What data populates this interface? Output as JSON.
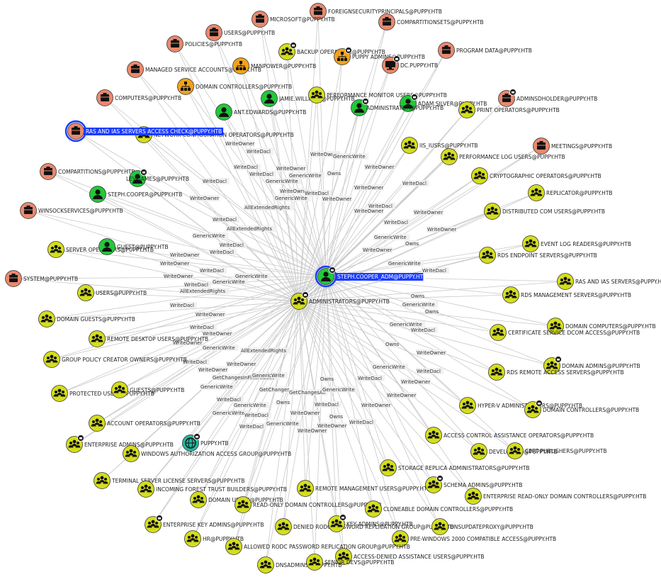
{
  "colors": {
    "group": "#d4de1c",
    "user": "#22c83a",
    "container": "#e8896e",
    "ou": "#f0a21a",
    "computer": "#e8896e",
    "domain": "#22b8a0",
    "selected_ring": "#1a3cff",
    "edge": "#c8c8c8"
  },
  "nodes": [
    {
      "id": "admins",
      "label": "ADMINISTRATORS@PUPPY.HTB",
      "type": "group",
      "icon": "group-icon",
      "badge": true
    },
    {
      "id": "steph_adm",
      "label": "STEPH.COOPER_ADM@PUPPY.HTB",
      "type": "user",
      "icon": "user-icon",
      "badge": true,
      "selected": true
    },
    {
      "id": "ras_check",
      "label": "RAS AND IAS SERVERS ACCESS CHECK@PUPPY.HTB",
      "type": "container",
      "icon": "container-icon",
      "selected": true
    },
    {
      "id": "foreign",
      "label": "FOREIGNSECURITYPRINCIPALS@PUPPY.HTB",
      "type": "container",
      "icon": "container-icon"
    },
    {
      "id": "microsoft",
      "label": "MICROSOFT@PUPPY.HTB",
      "type": "container",
      "icon": "container-icon"
    },
    {
      "id": "compsets",
      "label": "COMPARTITIONSETS@PUPPY.HTB",
      "type": "container",
      "icon": "container-icon"
    },
    {
      "id": "users_c",
      "label": "USERS@PUPPY.HTB",
      "type": "container",
      "icon": "container-icon"
    },
    {
      "id": "policies",
      "label": "POLICIES@PUPPY.HTB",
      "type": "container",
      "icon": "container-icon"
    },
    {
      "id": "backup",
      "label": "BACKUP OPERATORS@PUPPY.HTB",
      "type": "group",
      "icon": "group-icon",
      "badge": true
    },
    {
      "id": "puppyadm",
      "label": "PUPPY ADMINS@PUPPY.HTB",
      "type": "ou",
      "icon": "ou-icon",
      "badge": true
    },
    {
      "id": "dc",
      "label": "DC.PUPPY.HTB",
      "type": "computer",
      "icon": "computer-icon",
      "badge": true
    },
    {
      "id": "progdata",
      "label": "PROGRAM DATA@PUPPY.HTB",
      "type": "container",
      "icon": "container-icon"
    },
    {
      "id": "msa",
      "label": "MANAGED SERVICE ACCOUNTS@PUPPY.HTB",
      "type": "container",
      "icon": "container-icon"
    },
    {
      "id": "manpower",
      "label": "MANPOWER@PUPPY.HTB",
      "type": "ou",
      "icon": "ou-icon"
    },
    {
      "id": "dcs_ou",
      "label": "DOMAIN CONTROLLERS@PUPPY.HTB",
      "type": "ou",
      "icon": "ou-icon"
    },
    {
      "id": "jamie",
      "label": "JAMIE.WILLIAMS@PUPPY.HTB",
      "type": "user",
      "icon": "user-icon"
    },
    {
      "id": "perfmon",
      "label": "PERFORMANCE MONITOR USERS@PUPPY.HTB",
      "type": "group",
      "icon": "group-icon"
    },
    {
      "id": "adam",
      "label": "ADAM.SILVER@PUPPY.HTB",
      "type": "user",
      "icon": "user-icon",
      "badge": true
    },
    {
      "id": "administrator",
      "label": "ADMINISTRATOR@PUPPY.HTB",
      "type": "user",
      "icon": "user-icon",
      "badge": true
    },
    {
      "id": "adminsd",
      "label": "ADMINSDHOLDER@PUPPY.HTB",
      "type": "container",
      "icon": "container-icon",
      "badge": true
    },
    {
      "id": "computers",
      "label": "COMPUTERS@PUPPY.HTB",
      "type": "container",
      "icon": "container-icon"
    },
    {
      "id": "ant",
      "label": "ANT.EDWARDS@PUPPY.HTB",
      "type": "user",
      "icon": "user-icon"
    },
    {
      "id": "printops",
      "label": "PRINT OPERATORS@PUPPY.HTB",
      "type": "group",
      "icon": "group-icon"
    },
    {
      "id": "netconf",
      "label": "NETWORK CONFIGURATION OPERATORS@PUPPY.HTB",
      "type": "group",
      "icon": "group-icon"
    },
    {
      "id": "iisiusrs",
      "label": "IIS_IUSRS@PUPPY.HTB",
      "type": "group",
      "icon": "group-icon"
    },
    {
      "id": "meetings",
      "label": "MEETINGS@PUPPY.HTB",
      "type": "container",
      "icon": "container-icon"
    },
    {
      "id": "perflog",
      "label": "PERFORMANCE LOG USERS@PUPPY.HTB",
      "type": "group",
      "icon": "group-icon"
    },
    {
      "id": "compartitions",
      "label": "COMPARTITIONS@PUPPY.HTB",
      "type": "container",
      "icon": "container-icon"
    },
    {
      "id": "levi",
      "label": "LEVI.JAMES@PUPPY.HTB",
      "type": "user",
      "icon": "user-icon",
      "badge": true
    },
    {
      "id": "crypto",
      "label": "CRYPTOGRAPHIC OPERATORS@PUPPY.HTB",
      "type": "group",
      "icon": "group-icon"
    },
    {
      "id": "steph",
      "label": "STEPH.COOPER@PUPPY.HTB",
      "type": "user",
      "icon": "user-icon"
    },
    {
      "id": "replicator",
      "label": "REPLICATOR@PUPPY.HTB",
      "type": "group",
      "icon": "group-icon"
    },
    {
      "id": "winsock",
      "label": "WINSOCKSERVICES@PUPPY.HTB",
      "type": "container",
      "icon": "container-icon"
    },
    {
      "id": "dcom",
      "label": "DISTRIBUTED COM USERS@PUPPY.HTB",
      "type": "group",
      "icon": "group-icon"
    },
    {
      "id": "eventlog",
      "label": "EVENT LOG READERS@PUPPY.HTB",
      "type": "group",
      "icon": "group-icon"
    },
    {
      "id": "serverops",
      "label": "SERVER OPERATORS@PUPPY.HTB",
      "type": "group",
      "icon": "group-icon"
    },
    {
      "id": "guest",
      "label": "GUEST@PUPPY.HTB",
      "type": "user",
      "icon": "user-icon"
    },
    {
      "id": "rdsendpoint",
      "label": "RDS ENDPOINT SERVERS@PUPPY.HTB",
      "type": "group",
      "icon": "group-icon"
    },
    {
      "id": "system",
      "label": "SYSTEM@PUPPY.HTB",
      "type": "container",
      "icon": "container-icon"
    },
    {
      "id": "rasias",
      "label": "RAS AND IAS SERVERS@PUPPY.HTB",
      "type": "group",
      "icon": "group-icon"
    },
    {
      "id": "users_g",
      "label": "USERS@PUPPY.HTB",
      "type": "group",
      "icon": "group-icon"
    },
    {
      "id": "rdsmgmt",
      "label": "RDS MANAGEMENT SERVERS@PUPPY.HTB",
      "type": "group",
      "icon": "group-icon"
    },
    {
      "id": "domguests",
      "label": "DOMAIN GUESTS@PUPPY.HTB",
      "type": "group",
      "icon": "group-icon"
    },
    {
      "id": "domcomputers",
      "label": "DOMAIN COMPUTERS@PUPPY.HTB",
      "type": "group",
      "icon": "group-icon"
    },
    {
      "id": "certdcom",
      "label": "CERTIFICATE SERVICE DCOM ACCESS@PUPPY.HTB",
      "type": "group",
      "icon": "group-icon"
    },
    {
      "id": "rdp",
      "label": "REMOTE DESKTOP USERS@PUPPY.HTB",
      "type": "group",
      "icon": "group-icon"
    },
    {
      "id": "gpco",
      "label": "GROUP POLICY CREATOR OWNERS@PUPPY.HTB",
      "type": "group",
      "icon": "group-icon"
    },
    {
      "id": "domadmins",
      "label": "DOMAIN ADMINS@PUPPY.HTB",
      "type": "group",
      "icon": "group-icon",
      "badge": true
    },
    {
      "id": "rdsremote",
      "label": "RDS REMOTE ACCESS SERVERS@PUPPY.HTB",
      "type": "group",
      "icon": "group-icon"
    },
    {
      "id": "protected",
      "label": "PROTECTED USERS@PUPPY.HTB",
      "type": "group",
      "icon": "group-icon"
    },
    {
      "id": "guests",
      "label": "GUESTS@PUPPY.HTB",
      "type": "group",
      "icon": "group-icon"
    },
    {
      "id": "hyperv",
      "label": "HYPER-V ADMINISTRATORS@PUPPY.HTB",
      "type": "group",
      "icon": "group-icon"
    },
    {
      "id": "dcs_g",
      "label": "DOMAIN CONTROLLERS@PUPPY.HTB",
      "type": "group",
      "icon": "group-icon",
      "badge": true
    },
    {
      "id": "acctops",
      "label": "ACCOUNT OPERATORS@PUPPY.HTB",
      "type": "group",
      "icon": "group-icon"
    },
    {
      "id": "acao",
      "label": "ACCESS CONTROL ASSISTANCE OPERATORS@PUPPY.HTB",
      "type": "group",
      "icon": "group-icon"
    },
    {
      "id": "entadmins",
      "label": "ENTERPRISE ADMINS@PUPPY.HTB",
      "type": "group",
      "icon": "group-icon",
      "badge": true
    },
    {
      "id": "domain",
      "label": "PUPPY.HTB",
      "type": "domain",
      "icon": "domain-icon",
      "badge": true
    },
    {
      "id": "developers",
      "label": "DEVELOPERS@PUPPY.HTB",
      "type": "group",
      "icon": "group-icon"
    },
    {
      "id": "certpub",
      "label": "CERT PUBLISHERS@PUPPY.HTB",
      "type": "group",
      "icon": "group-icon"
    },
    {
      "id": "winauth",
      "label": "WINDOWS AUTHORIZATION ACCESS GROUP@PUPPY.HTB",
      "type": "group",
      "icon": "group-icon"
    },
    {
      "id": "storage",
      "label": "STORAGE REPLICA ADMINISTRATORS@PUPPY.HTB",
      "type": "group",
      "icon": "group-icon"
    },
    {
      "id": "tsls",
      "label": "TERMINAL SERVER LICENSE SERVERS@PUPPY.HTB",
      "type": "group",
      "icon": "group-icon"
    },
    {
      "id": "remotemgmt",
      "label": "REMOTE MANAGEMENT USERS@PUPPY.HTB",
      "type": "group",
      "icon": "group-icon"
    },
    {
      "id": "schema",
      "label": "SCHEMA ADMINS@PUPPY.HTB",
      "type": "group",
      "icon": "group-icon",
      "badge": true
    },
    {
      "id": "ift",
      "label": "INCOMING FOREST TRUST BUILDERS@PUPPY.HTB",
      "type": "group",
      "icon": "group-icon"
    },
    {
      "id": "erodc",
      "label": "ENTERPRISE READ-ONLY DOMAIN CONTROLLERS@PUPPY.HTB",
      "type": "group",
      "icon": "group-icon"
    },
    {
      "id": "domusers",
      "label": "DOMAIN USERS@PUPPY.HTB",
      "type": "group",
      "icon": "group-icon"
    },
    {
      "id": "rodc",
      "label": "READ-ONLY DOMAIN CONTROLLERS@PUPPY.HTB",
      "type": "group",
      "icon": "group-icon"
    },
    {
      "id": "cloneable",
      "label": "CLONEABLE DOMAIN CONTROLLERS@PUPPY.HTB",
      "type": "group",
      "icon": "group-icon"
    },
    {
      "id": "entkey",
      "label": "ENTERPRISE KEY ADMINS@PUPPY.HTB",
      "type": "group",
      "icon": "group-icon",
      "badge": true
    },
    {
      "id": "deniedrodc",
      "label": "DENIED RODC PASSWORD REPLICATION GROUP@PUPPY.HTB",
      "type": "group",
      "icon": "group-icon"
    },
    {
      "id": "keyadmins",
      "label": "KEY ADMINS@PUPPY.HTB",
      "type": "group",
      "icon": "group-icon",
      "badge": true
    },
    {
      "id": "dnsupdate",
      "label": "DNSUPDATEPROXY@PUPPY.HTB",
      "type": "group",
      "icon": "group-icon"
    },
    {
      "id": "hr",
      "label": "HR@PUPPY.HTB",
      "type": "group",
      "icon": "group-icon"
    },
    {
      "id": "prew2k",
      "label": "PRE-WINDOWS 2000 COMPATIBLE ACCESS@PUPPY.HTB",
      "type": "group",
      "icon": "group-icon"
    },
    {
      "id": "allowedrodc",
      "label": "ALLOWED RODC PASSWORD REPLICATION GROUP@PUPPY.HTB",
      "type": "group",
      "icon": "group-icon"
    },
    {
      "id": "adau",
      "label": "ACCESS-DENIED ASSISTANCE USERS@PUPPY.HTB",
      "type": "group",
      "icon": "group-icon"
    },
    {
      "id": "dnsadmins",
      "label": "DNSADMINS@PUPPY.HTB",
      "type": "group",
      "icon": "group-icon"
    },
    {
      "id": "senior",
      "label": "SENIOR DEVS@PUPPY.HTB",
      "type": "group",
      "icon": "group-icon"
    }
  ],
  "edge_labels": [
    "WriteOwner",
    "WriteDacl",
    "GenericWrite",
    "Owns",
    "AllExtendedRights",
    "GetChanges",
    "GetChangesAll",
    "GetChangesInFilteredSet"
  ]
}
